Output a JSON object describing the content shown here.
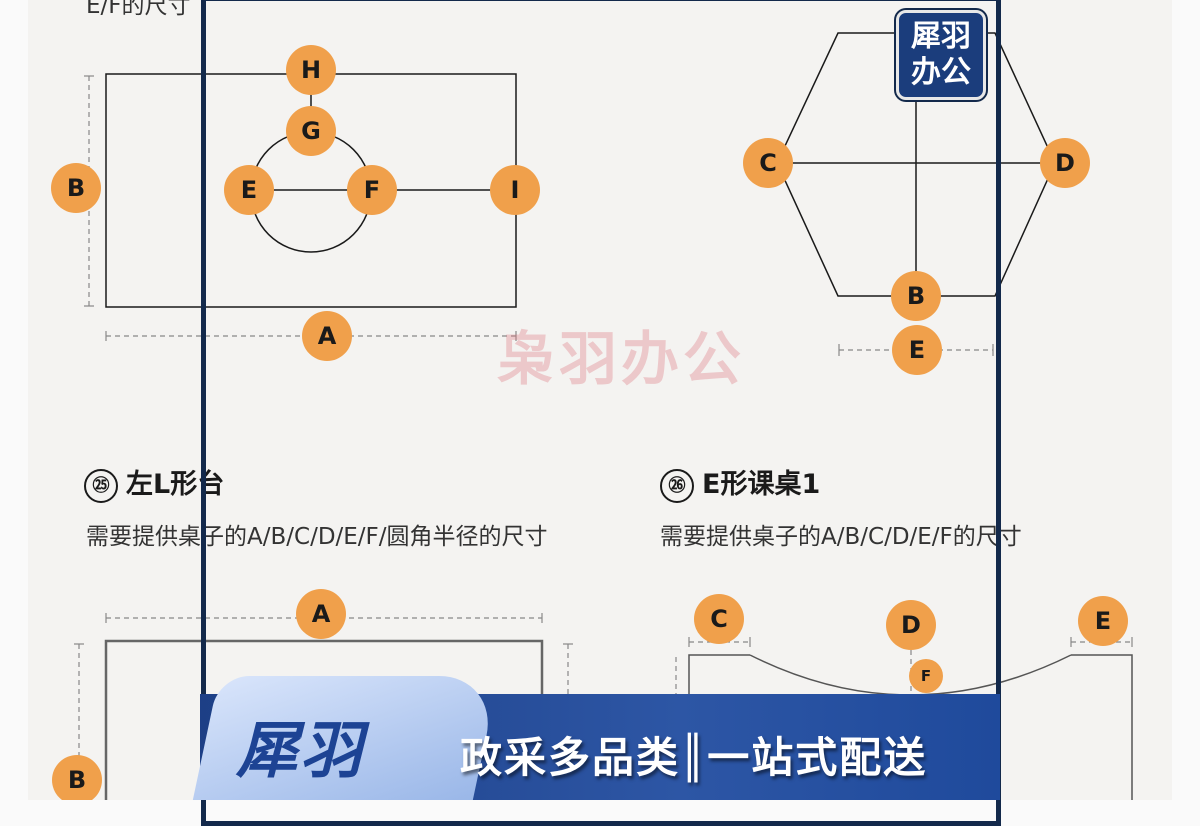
{
  "top_fragment": "E/F的尺寸",
  "diagram_top_left": {
    "labels": [
      "H",
      "G",
      "E",
      "F",
      "I",
      "B",
      "A"
    ]
  },
  "diagram_top_right": {
    "labels": [
      "C",
      "D",
      "B",
      "E"
    ]
  },
  "watermark": "枭羽办公",
  "logo_badge": {
    "line1": "犀羽",
    "line2": "办公"
  },
  "section25": {
    "number": "㉕",
    "title": "左L形台",
    "description": "需要提供桌子的A/B/C/D/E/F/圆角半径的尺寸",
    "labels": [
      "A",
      "B"
    ]
  },
  "section26": {
    "number": "㉖",
    "title": "E形课桌1",
    "description": "需要提供桌子的A/B/C/D/E/F的尺寸",
    "labels": [
      "C",
      "D",
      "E",
      "F"
    ]
  },
  "banner": {
    "brand": "犀羽",
    "slogan": "政采多品类║一站式配送"
  },
  "colors": {
    "label": "#f0a04b",
    "frame": "#13294b",
    "banner": "#2d56a5"
  }
}
